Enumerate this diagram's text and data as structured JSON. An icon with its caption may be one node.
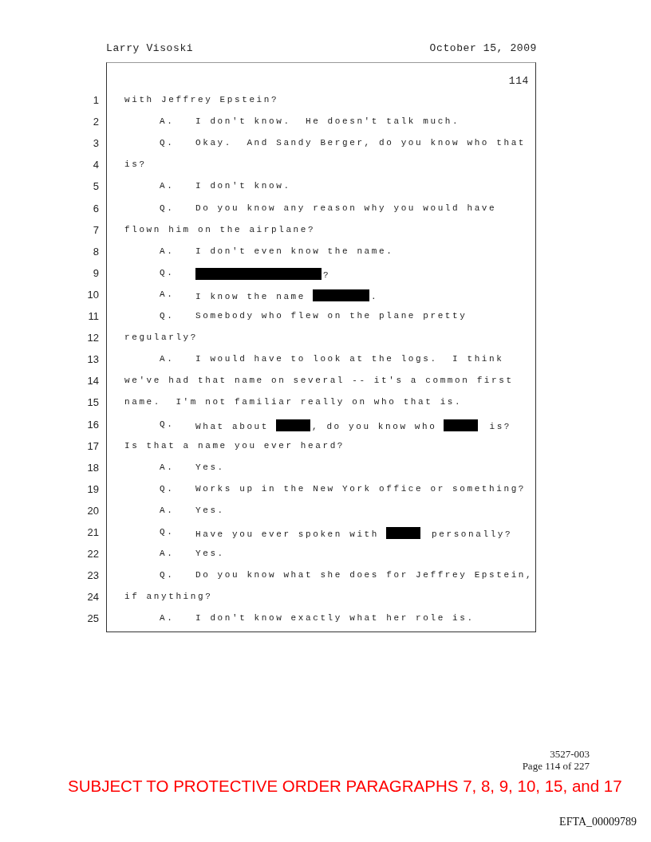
{
  "diagram": {
    "labels": [
      "Larry Visoski",
      "October 15, 2009",
      "114",
      "1",
      "with Jeffrey Epstein?",
      "2",
      "A.",
      "I don't know.  He doesn't talk much.",
      "3",
      "Q.",
      "Okay.  And Sandy Berger, do you know who that",
      "4",
      "is?",
      "5",
      "A.",
      "I don't know.",
      "6",
      "Q.",
      "Do you know any reason why you would have",
      "7",
      "flown him on the airplane?",
      "8",
      "A.",
      "I don't even know the name.",
      "9",
      "Q.",
      "?",
      "10",
      "A.",
      "I know the name",
      ".",
      "11",
      "Q.",
      "Somebody who flew on the plane pretty",
      "12",
      "regularly?",
      "13",
      "A.",
      "I would have to look at the logs.  I think",
      "14",
      "we've had that name on several -- it's a common first",
      "15",
      "name.  I'm not familiar really on who that is.",
      "16",
      "Q.",
      "What about",
      ", do you know who",
      "is?",
      "17",
      "Is that a name you ever heard?",
      "18",
      "A.",
      "Yes.",
      "19",
      "Q.",
      "Works up in the New York office or something?",
      "20",
      "A.",
      "Yes.",
      "21",
      "Q.",
      "Have you ever spoken with",
      "personally?",
      "22",
      "A.",
      "Yes.",
      "23",
      "Q.",
      "Do you know what she does for Jeffrey Epstein,",
      "24",
      "if anything?",
      "25",
      "A.",
      "I don't know exactly what her role is.",
      "3527-003",
      "Page 114 of 227",
      "SUBJECT TO PROTECTIVE ORDER PARAGRAPHS 7, 8, 9, 10, 15, and 17",
      "EFTA_00009789"
    ]
  }
}
